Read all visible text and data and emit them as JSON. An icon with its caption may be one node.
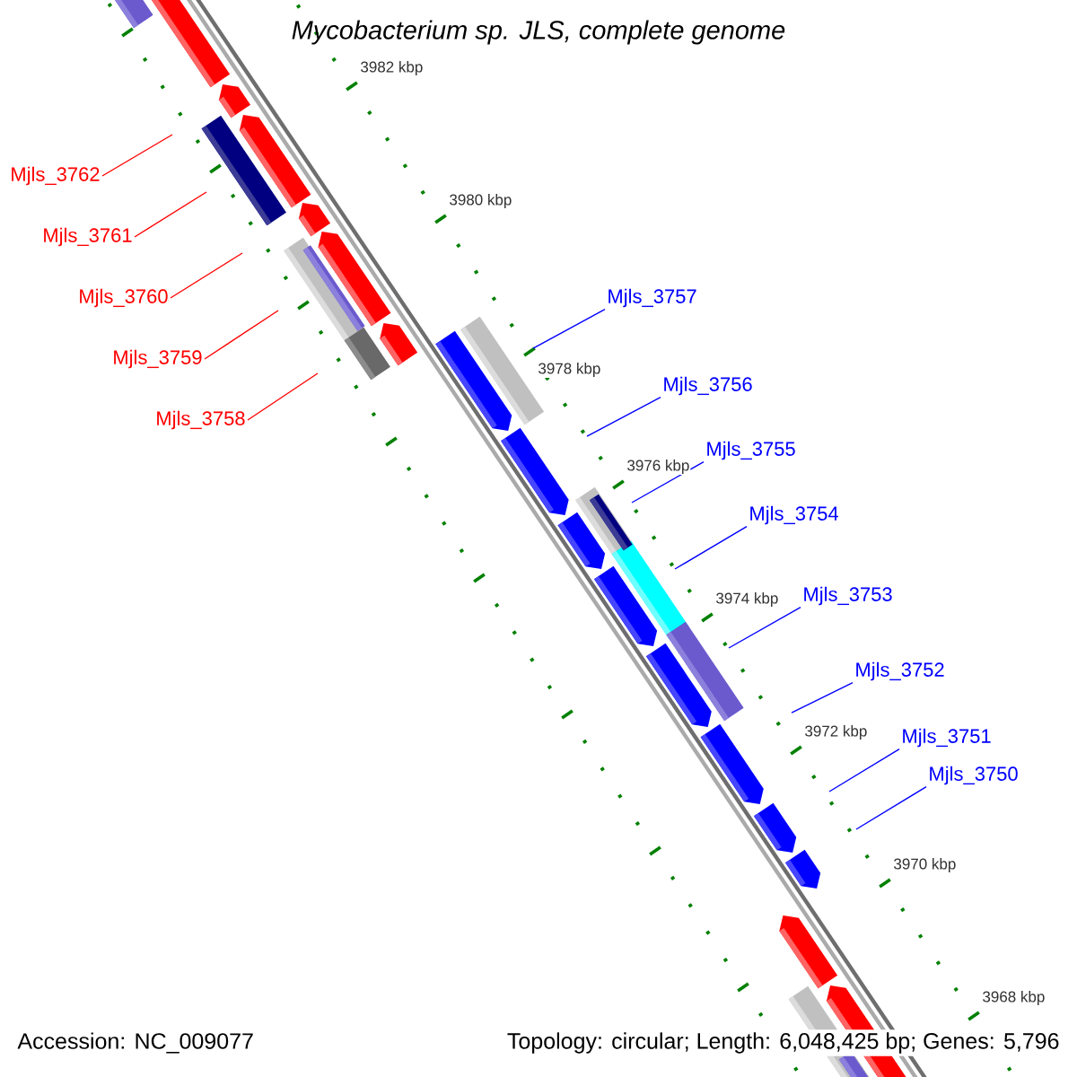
{
  "diagram": {
    "title": "Mycobacterium sp. JLS, complete genome",
    "nodes": [
      {
        "text": [
          "Mjls_3762"
        ]
      },
      {
        "text": [
          "Mjls_3761"
        ]
      },
      {
        "text": [
          "Mjls_3760"
        ]
      },
      {
        "text": [
          "Mjls_3759"
        ]
      },
      {
        "text": [
          "Mjls_3758"
        ]
      },
      {
        "text": [
          "Mjls_3757"
        ]
      },
      {
        "text": [
          "Mjls_3756"
        ]
      },
      {
        "text": [
          "Mjls_3755"
        ]
      },
      {
        "text": [
          "Mjls_3754"
        ]
      },
      {
        "text": [
          "Mjls_3753"
        ]
      },
      {
        "text": [
          "Mjls_3752"
        ]
      },
      {
        "text": [
          "Mjls_3751"
        ]
      },
      {
        "text": [
          "Mjls_3750"
        ]
      }
    ],
    "edges": [
      {
        "from": 0,
        "to": null,
        "arrow": "none",
        "color": "#ff0000"
      },
      {
        "from": 1,
        "to": null,
        "arrow": "none",
        "color": "#ff0000"
      },
      {
        "from": 2,
        "to": null,
        "arrow": "none",
        "color": "#ff0000"
      },
      {
        "from": 3,
        "to": null,
        "arrow": "none",
        "color": "#ff0000"
      },
      {
        "from": 4,
        "to": null,
        "arrow": "none",
        "color": "#ff0000"
      },
      {
        "from": 5,
        "to": null,
        "arrow": "none"
      },
      {
        "from": 6,
        "to": null,
        "arrow": "none"
      },
      {
        "from": 7,
        "to": null,
        "arrow": "none"
      },
      {
        "from": 8,
        "to": null,
        "arrow": "none"
      },
      {
        "from": 9,
        "to": null,
        "arrow": "none"
      },
      {
        "from": 10,
        "to": null,
        "arrow": "none"
      },
      {
        "from": 11,
        "to": null,
        "arrow": "none"
      },
      {
        "from": 12,
        "to": null,
        "arrow": "none"
      }
    ],
    "labels": [
      "3982 kbp",
      "3980 kbp",
      "3978 kbp",
      "3976 kbp",
      "3974 kbp",
      "3972 kbp",
      "3970 kbp",
      "3968 kbp",
      "Accession: NC_009077",
      "Topology: circular; Length: 6,048,425 bp; Genes: 5,796"
    ]
  }
}
